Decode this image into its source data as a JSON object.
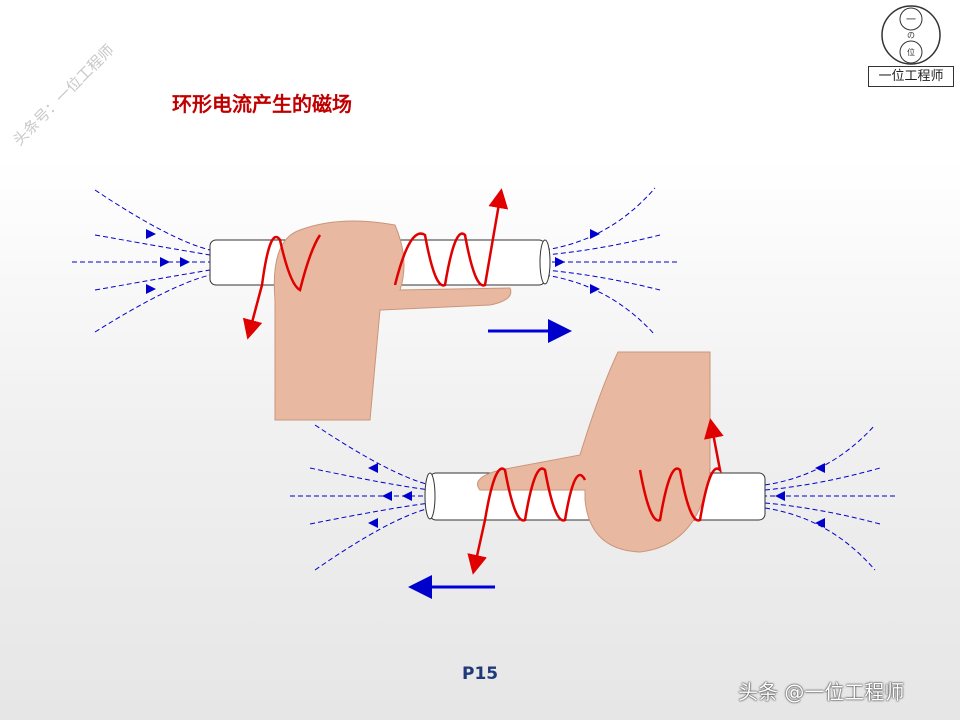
{
  "title": "环形电流产生的磁场",
  "watermark": "头条号：一位工程师",
  "logo": {
    "circle_top": "一",
    "circle_mid": "の",
    "circle_bottom": "位",
    "text": "一位工程师"
  },
  "page_number": "P15",
  "credit": "头条 @一位工程师",
  "colors": {
    "title": "#c00000",
    "field_lines": "#0000cc",
    "current": "#e00000",
    "arrow": "#0000dd",
    "skin": "#e8b9a0"
  }
}
